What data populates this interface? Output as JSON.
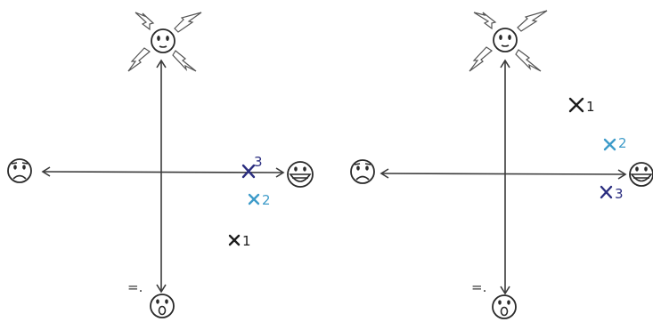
{
  "colors": {
    "mark_1": "#1c1c1c",
    "mark_2": "#3d9bc9",
    "mark_3": "#2b2e80",
    "axes": "#3a3a3a"
  },
  "panels": [
    {
      "icons": {
        "top": "excited-sun-face-icon",
        "right": "big-smile-face-icon",
        "bottom": "surprised-face-icon",
        "left": "sad-face-icon"
      },
      "bottom_left_mark": "=.",
      "marks": [
        {
          "label": "1",
          "color": "#1c1c1c"
        },
        {
          "label": "2",
          "color": "#3d9bc9"
        },
        {
          "label": "3",
          "color": "#2b2e80"
        }
      ]
    },
    {
      "icons": {
        "top": "excited-sun-face-icon",
        "right": "big-smile-face-icon",
        "bottom": "surprised-face-icon",
        "left": "sad-face-icon"
      },
      "bottom_left_mark": "=.",
      "marks": [
        {
          "label": "1",
          "color": "#1c1c1c"
        },
        {
          "label": "2",
          "color": "#3d9bc9"
        },
        {
          "label": "3",
          "color": "#2b2e80"
        }
      ]
    }
  ]
}
